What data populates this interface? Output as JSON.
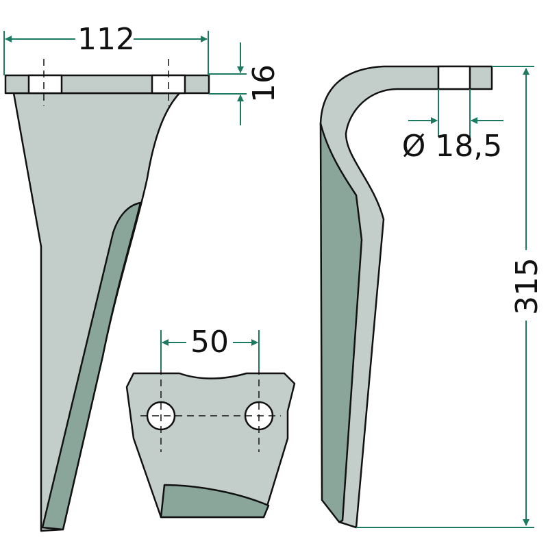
{
  "colors": {
    "light_face": "#c3cdc9",
    "dark_face": "#8aa69b",
    "dimension": "#1b7a5f",
    "outline": "#111111"
  },
  "dimensions": {
    "plate_width": "112",
    "plate_thickness": "16",
    "hole_diameter": "Ø 18,5",
    "hole_spacing": "50",
    "total_height": "315"
  }
}
